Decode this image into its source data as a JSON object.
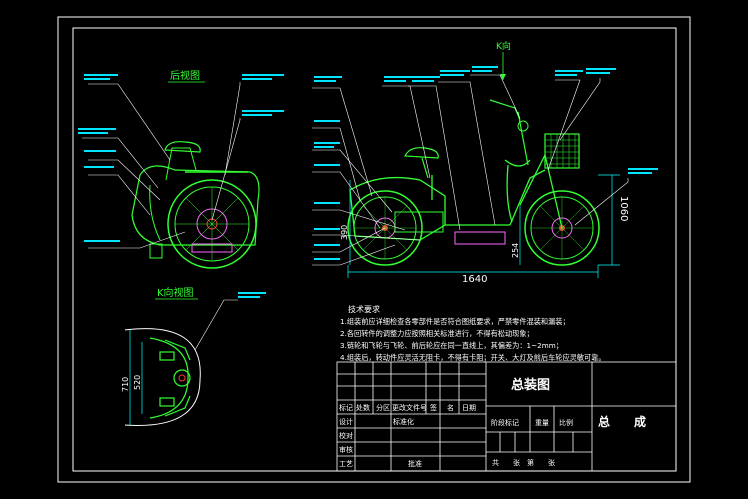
{
  "views": {
    "rear_title": "后视图",
    "k_title": "K向",
    "k_view_title": "K向视图"
  },
  "dimensions": {
    "length": "1640",
    "height": "1060",
    "small_left": "390",
    "small_right": "254",
    "k_outer": "710",
    "k_inner": "520"
  },
  "tech": {
    "title": "技术要求",
    "items": [
      "1.组装前应详细检查各零部件是否符合图纸要求，严禁零件混装和漏装；",
      "2.各回转件的调整力应按照相关标准进行，不得有松动现象；",
      "3.链轮和飞轮与飞轮、前后轮应在同一直线上，其偏差为：1~2mm；",
      "4.组装后，转动件应灵活无阻卡，不得有卡阻；开关、大灯及前后车轮应灵敏可靠。"
    ]
  },
  "title_block": {
    "drawing_name": "总装图",
    "assembly": "总　　成",
    "marks": "阶段标记",
    "weight": "重量",
    "scale": "比例",
    "rev_row": [
      "标记",
      "处数",
      "分区",
      "更改文件号",
      "签",
      "名",
      "日期"
    ],
    "side_rows": [
      "设计",
      "校对",
      "审核",
      "工艺"
    ],
    "standardize": "标准化",
    "approve": "批准",
    "sheet": "共　　张　第　　张"
  },
  "colors": {
    "frame": "#ffffff",
    "part": "#33ff33",
    "leader": "#ffffff",
    "dim": "#00ffff",
    "accent": "#ff66ff",
    "center": "#ff3333"
  }
}
